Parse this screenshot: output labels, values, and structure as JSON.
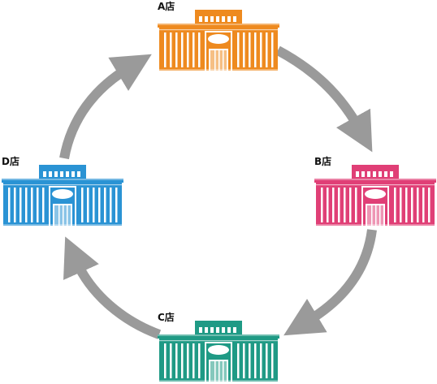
{
  "stores": [
    {
      "id": "a",
      "label": "A店",
      "color": "#ee8a1f"
    },
    {
      "id": "b",
      "label": "B店",
      "color": "#e03f76"
    },
    {
      "id": "c",
      "label": "C店",
      "color": "#1f9a85"
    },
    {
      "id": "d",
      "label": "D店",
      "color": "#2a93d4"
    }
  ],
  "arrow_color": "#9a9a9a",
  "cycle_order": [
    "A店",
    "B店",
    "C店",
    "D店"
  ]
}
